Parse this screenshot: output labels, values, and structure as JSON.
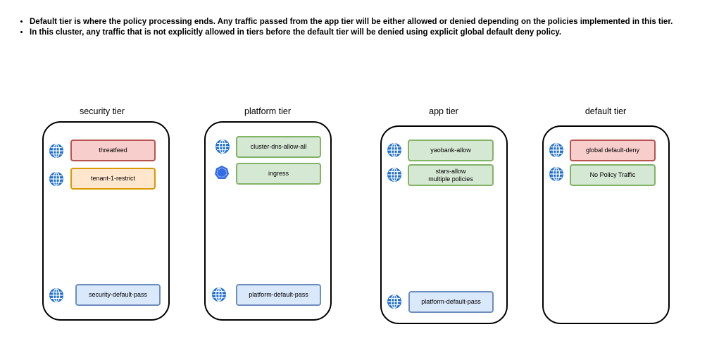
{
  "notes": [
    "Default tier is where the policy processing ends. Any traffic passed from the app tier will be either allowed or denied depending on the policies implemented in this tier.",
    "In this cluster, any traffic that is not explicitly allowed in tiers before the default tier will be denied using explicit global default deny policy."
  ],
  "tiers": [
    {
      "title": "security tier",
      "policies": [
        {
          "label": "threatfeed",
          "color": "red",
          "icon": "globe-icon"
        },
        {
          "label": "tenant-1-restrict",
          "color": "orange",
          "icon": "globe-icon"
        },
        {
          "label": "security-default-pass",
          "color": "blue",
          "icon": "globe-icon"
        }
      ]
    },
    {
      "title": "platform tier",
      "policies": [
        {
          "label": "cluster-dns-allow-all",
          "color": "green",
          "icon": "globe-icon"
        },
        {
          "label": "ingress",
          "color": "green",
          "icon": "kubernetes-icon"
        },
        {
          "label": "platform-default-pass",
          "color": "blue",
          "icon": "globe-icon"
        }
      ]
    },
    {
      "title": "app tier",
      "policies": [
        {
          "label": "yaobank-allow",
          "color": "green",
          "icon": "globe-icon"
        },
        {
          "label": "stars-allow\nmultiple policies",
          "color": "green",
          "icon": "globe-icon"
        },
        {
          "label": "platform-default-pass",
          "color": "blue",
          "icon": "globe-icon"
        }
      ]
    },
    {
      "title": "default tier",
      "policies": [
        {
          "label": "global default-deny",
          "color": "red",
          "icon": "globe-icon"
        },
        {
          "label": "No Policy Traffic",
          "color": "green",
          "icon": "globe-icon"
        }
      ]
    }
  ],
  "colors": {
    "red": "#f8cecc",
    "orange": "#ffe6cc",
    "green": "#d5e8d4",
    "blue": "#dae8fc",
    "globe": "#1f6fd1"
  }
}
